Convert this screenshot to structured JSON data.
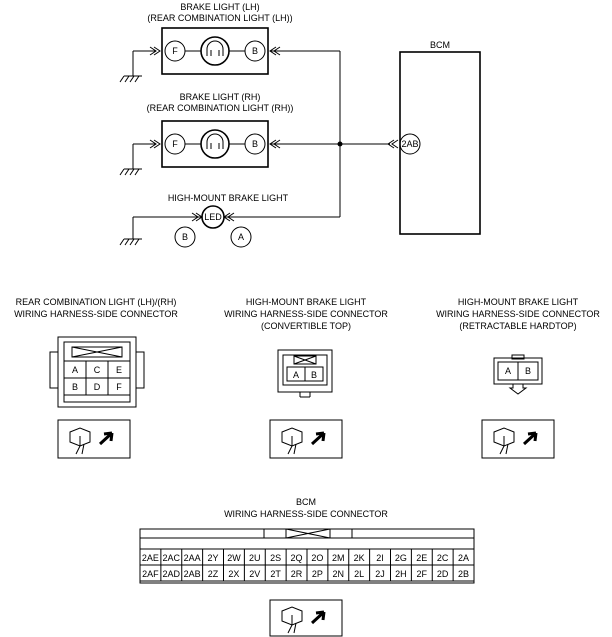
{
  "wiring": {
    "brake_lh": {
      "line1": "BRAKE LIGHT (LH)",
      "line2": "(REAR COMBINATION LIGHT (LH))",
      "pin_left": "F",
      "pin_right": "B"
    },
    "brake_rh": {
      "line1": "BRAKE LIGHT (RH)",
      "line2": "(REAR COMBINATION LIGHT (RH))",
      "pin_left": "F",
      "pin_right": "B"
    },
    "high_mount": {
      "title": "HIGH-MOUNT BRAKE LIGHT",
      "lamp": "LED",
      "pin_left": "B",
      "pin_right": "A"
    },
    "bcm": {
      "title": "BCM",
      "pin": "2AB"
    }
  },
  "connectors": {
    "rear_combination": {
      "line1": "REAR COMBINATION LIGHT (LH)/(RH)",
      "line2": "WIRING HARNESS-SIDE CONNECTOR",
      "pins": [
        "A",
        "C",
        "E",
        "B",
        "D",
        "F"
      ]
    },
    "high_mount_convertible": {
      "line1": "HIGH-MOUNT BRAKE LIGHT",
      "line2": "WIRING HARNESS-SIDE CONNECTOR",
      "line3": "(CONVERTIBLE TOP)",
      "pins": [
        "A",
        "B"
      ]
    },
    "high_mount_hardtop": {
      "line1": "HIGH-MOUNT BRAKE LIGHT",
      "line2": "WIRING HARNESS-SIDE CONNECTOR",
      "line3": "(RETRACTABLE HARDTOP)",
      "pins": [
        "A",
        "B"
      ]
    },
    "bcm": {
      "line1": "BCM",
      "line2": "WIRING HARNESS-SIDE CONNECTOR",
      "row1": [
        "2AE",
        "2AC",
        "2AA",
        "2Y",
        "2W",
        "2U",
        "2S",
        "2Q",
        "2O",
        "2M",
        "2K",
        "2I",
        "2G",
        "2E",
        "2C",
        "2A"
      ],
      "row2": [
        "2AF",
        "2AD",
        "2AB",
        "2Z",
        "2X",
        "2V",
        "2T",
        "2R",
        "2P",
        "2N",
        "2L",
        "2J",
        "2H",
        "2F",
        "2D",
        "2B"
      ]
    }
  }
}
